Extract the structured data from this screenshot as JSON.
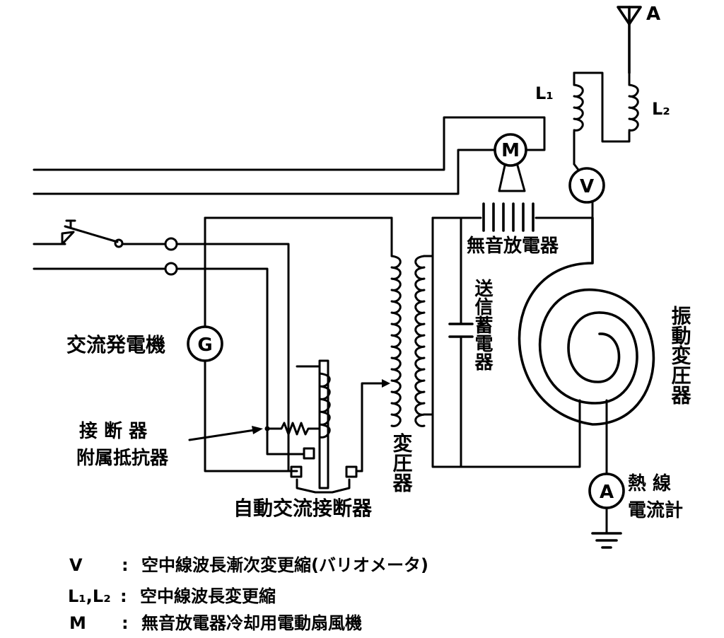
{
  "labels": {
    "antenna": "A",
    "coil_l1": "L₁",
    "coil_l2": "L₂",
    "variometer_symbol": "V",
    "fan_motor_symbol": "M",
    "generator_symbol": "G",
    "ammeter_symbol": "A",
    "silent_discharger": "無音放電器",
    "transmit_condenser": "送信蓄電器",
    "oscillation_transformer": "振動変圧器",
    "ac_generator": "交流発電機",
    "interrupter_resistor_line1": "接 断 器",
    "interrupter_resistor_line2": "附属抵抗器",
    "auto_ac_interrupter": "自動交流接断器",
    "transformer": "変圧器",
    "hot_wire_ammeter_line1": "熱 線",
    "hot_wire_ammeter_line2": "電流計"
  },
  "legend": [
    {
      "symbol": "V",
      "sep": ":",
      "text": "空中線波長漸次変更縮(バリオメータ)"
    },
    {
      "symbol": "L₁,L₂",
      "sep": ":",
      "text": "空中線波長変更縮"
    },
    {
      "symbol": "M",
      "sep": ":",
      "text": "無音放電器冷却用電動扇風機"
    }
  ]
}
